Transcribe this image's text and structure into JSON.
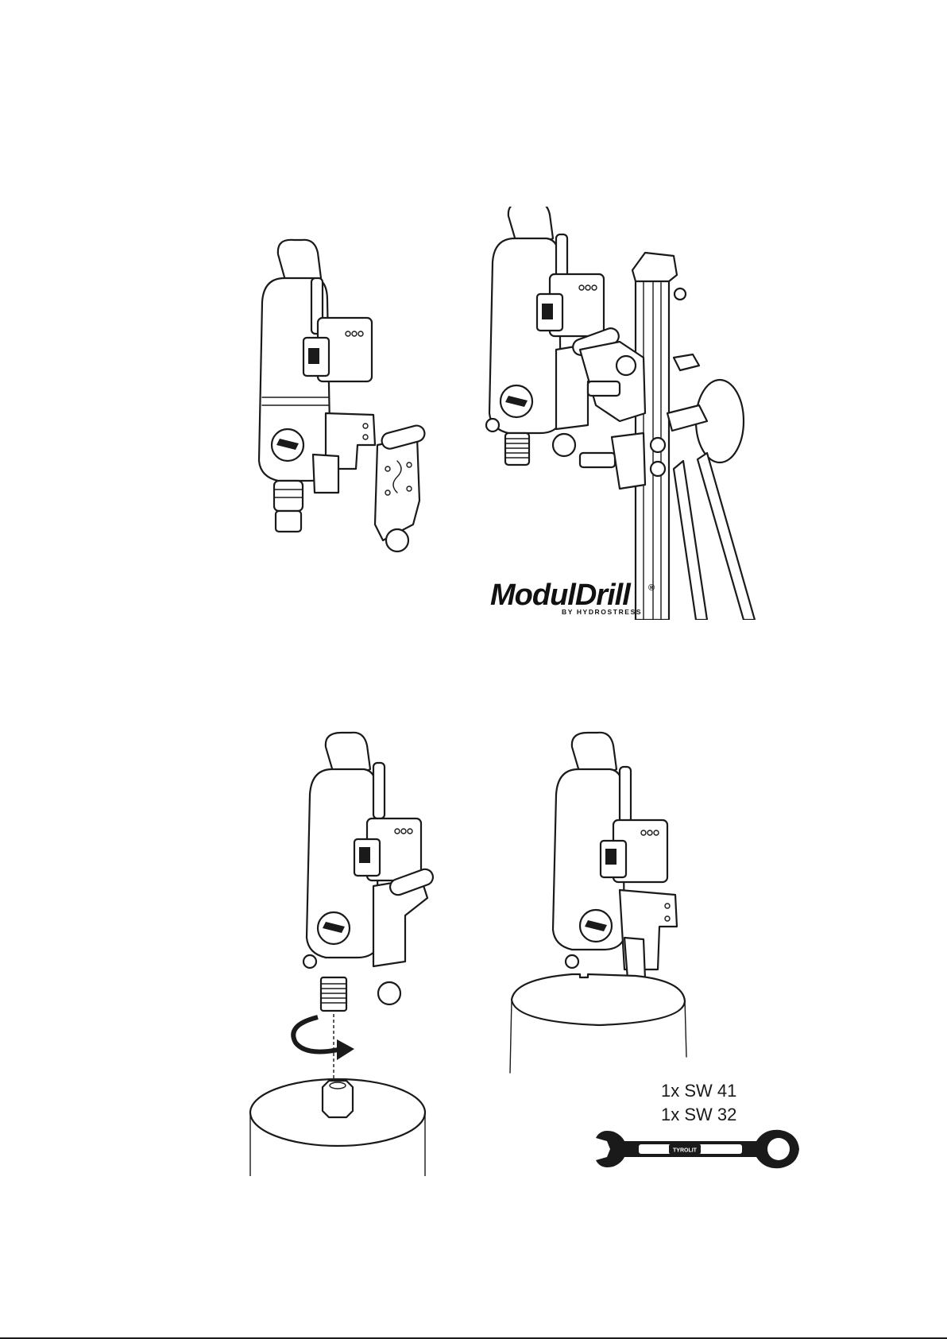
{
  "logo": {
    "brand": "ModulDrill",
    "registered_mark": "®",
    "byline": "BY HYDROSTRESS"
  },
  "wrench": {
    "line1": "1x SW 41",
    "line2": "1x SW 32",
    "stamp": "TYROLIT"
  }
}
